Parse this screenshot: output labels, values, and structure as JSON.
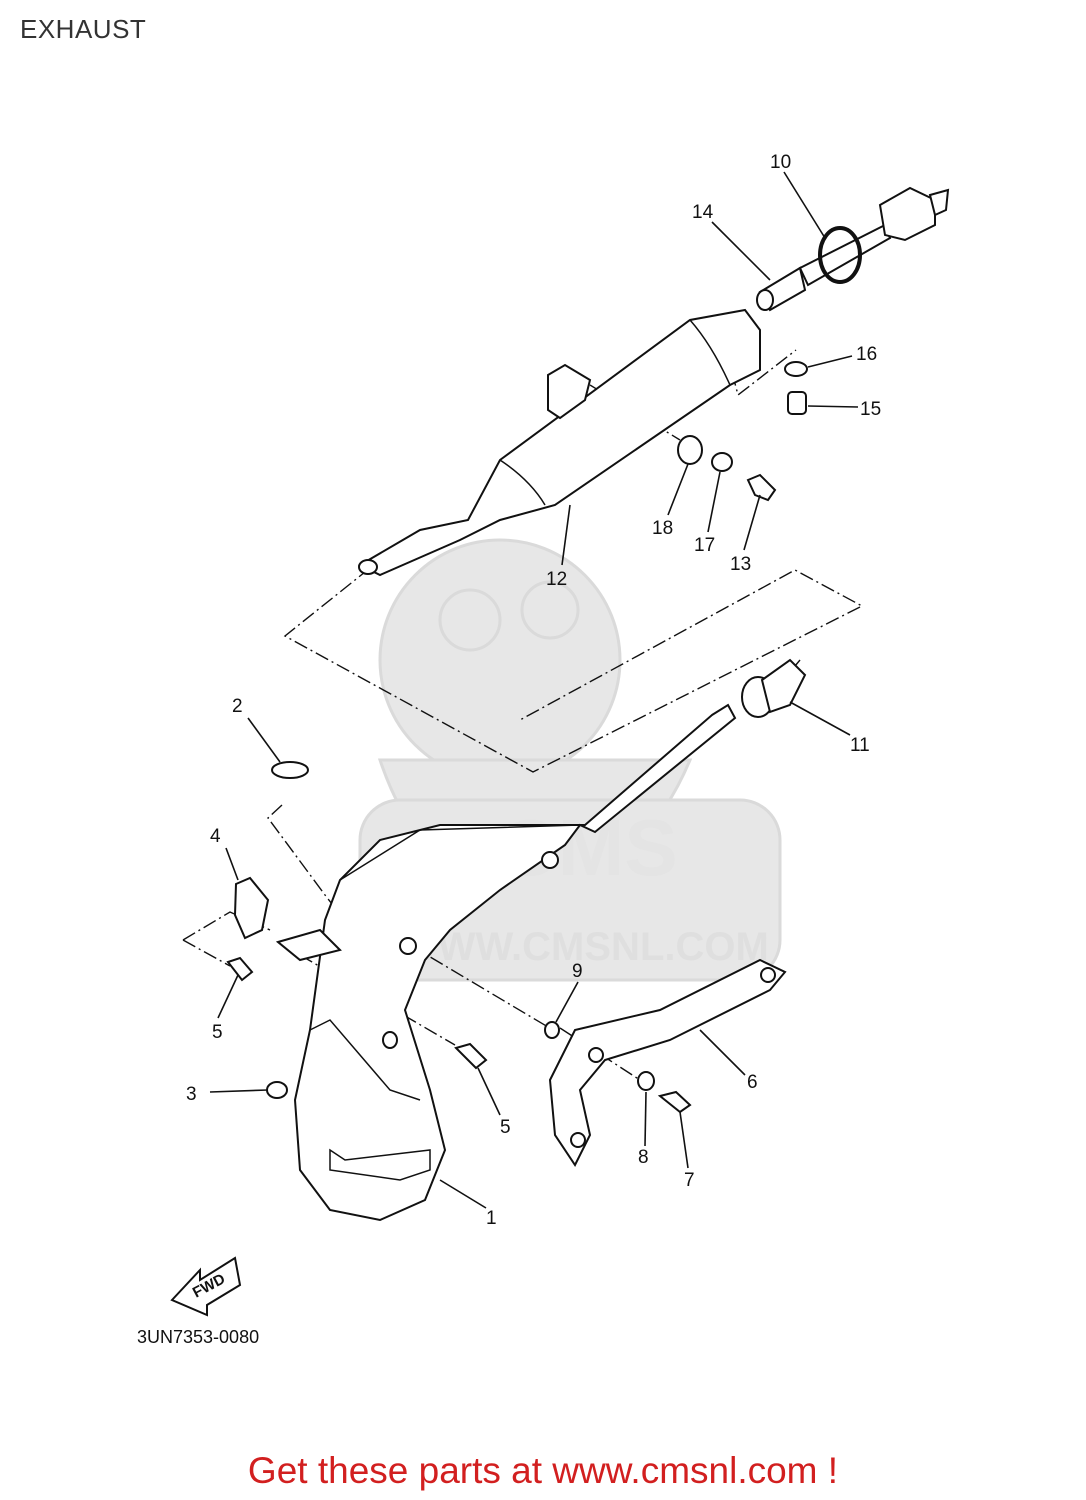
{
  "page": {
    "title": "EXHAUST"
  },
  "diagram": {
    "code": "3UN7353-0080",
    "fwd_label": "FWD",
    "callouts": [
      "1",
      "2",
      "3",
      "4",
      "5",
      "5",
      "6",
      "7",
      "8",
      "9",
      "10",
      "11",
      "12",
      "13",
      "14",
      "15",
      "16",
      "17",
      "18"
    ],
    "watermark": {
      "text": "WWW.CMSNL.COM",
      "logo_letters": "CMS"
    }
  },
  "footer": {
    "text": "Get these parts at www.cmsnl.com !",
    "color": "#d21f1f"
  }
}
